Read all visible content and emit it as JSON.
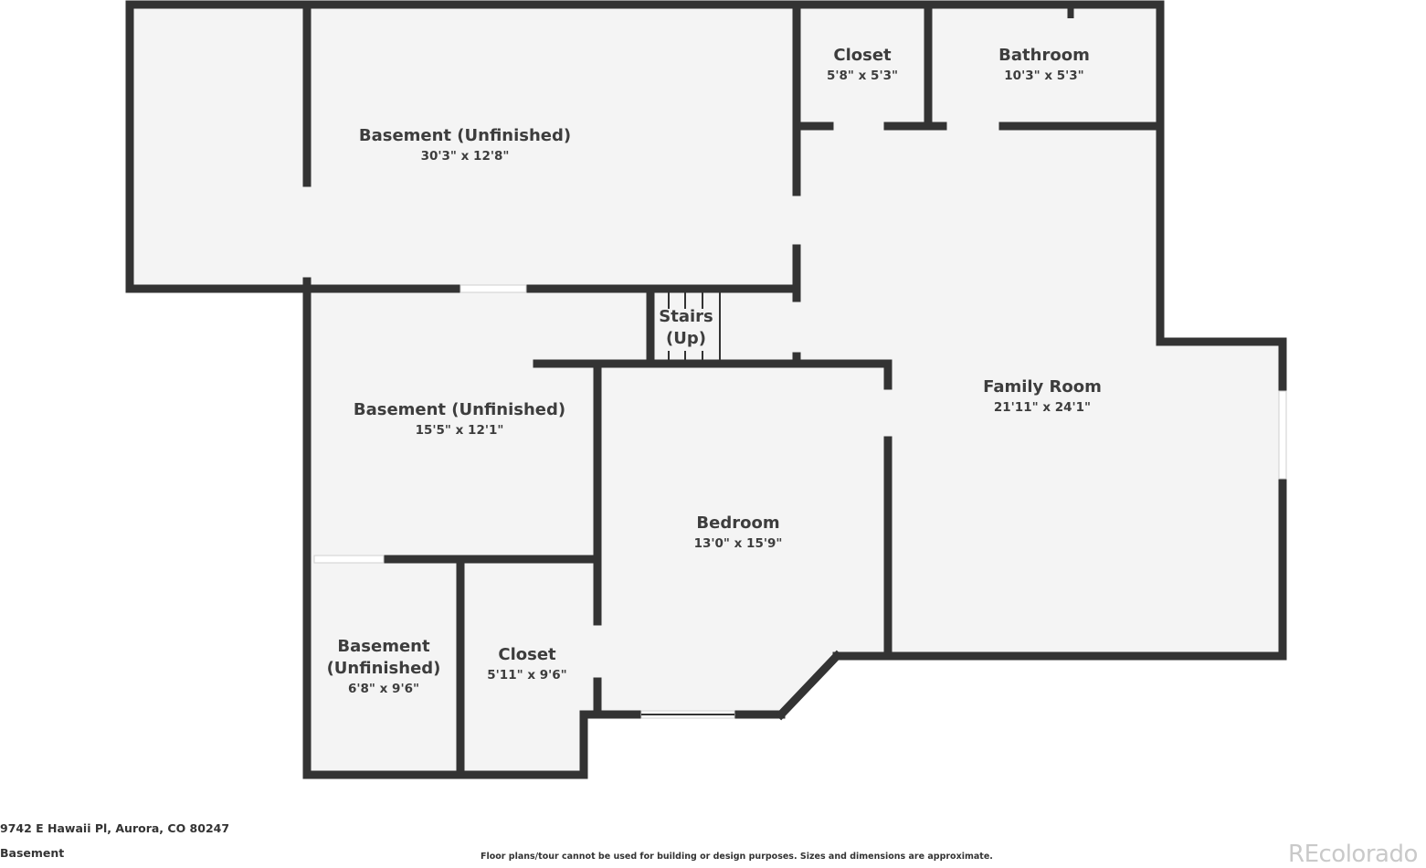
{
  "rooms": {
    "basement_top": {
      "name": "Basement (Unfinished)",
      "dims": "30'3\" x 12'8\""
    },
    "closet_top": {
      "name": "Closet",
      "dims": "5'8\" x 5'3\""
    },
    "bathroom": {
      "name": "Bathroom",
      "dims": "10'3\" x 5'3\""
    },
    "stairs": {
      "name_line1": "Stairs",
      "name_line2": "(Up)"
    },
    "family_room": {
      "name": "Family Room",
      "dims": "21'11\" x 24'1\""
    },
    "basement_mid": {
      "name": "Basement (Unfinished)",
      "dims": "15'5\" x 12'1\""
    },
    "bedroom": {
      "name": "Bedroom",
      "dims": "13'0\" x 15'9\""
    },
    "basement_small": {
      "name_line1": "Basement",
      "name_line2": "(Unfinished)",
      "dims": "6'8\" x 9'6\""
    },
    "closet_bottom": {
      "name": "Closet",
      "dims": "5'11\" x 9'6\""
    }
  },
  "footer": {
    "address": "9742 E Hawaii Pl, Aurora, CO 80247",
    "floor": "Basement",
    "disclaimer": "Floor plans/tour cannot be used for building or design purposes. Sizes and dimensions are approximate.",
    "brand": "REcolorado"
  },
  "colors": {
    "wall": "#333333",
    "floor": "#f4f4f4",
    "text": "#3d3d3d",
    "brand": "#c9c9c9"
  }
}
